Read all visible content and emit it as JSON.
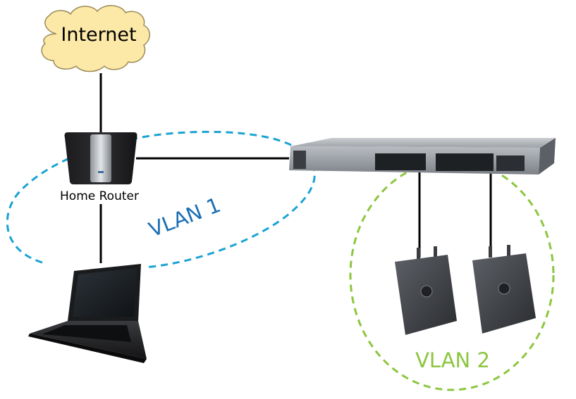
{
  "nodes": {
    "internet": {
      "label": "Internet"
    },
    "router": {
      "label": "Home Router"
    }
  },
  "groups": {
    "vlan1": {
      "label": "VLAN 1",
      "color": "#1aa3d4"
    },
    "vlan2": {
      "label": "VLAN 2",
      "color": "#8cc63f"
    }
  },
  "colors": {
    "vlan1_label": "#1a6fb5",
    "vlan2_label": "#8cc63f",
    "link": "#000000",
    "cloud_fill": "#fce9a8",
    "cloud_stroke": "#9a8a55"
  }
}
